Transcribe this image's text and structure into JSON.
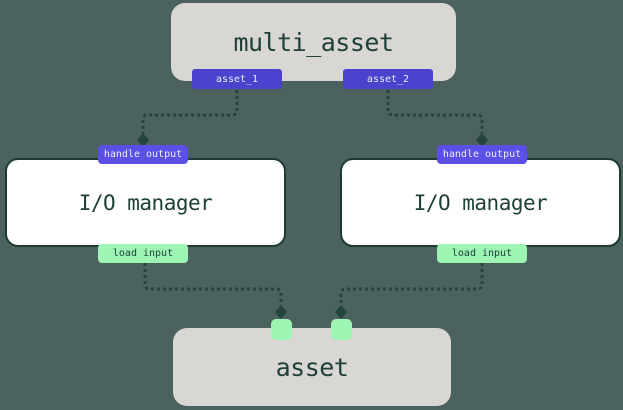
{
  "colors": {
    "background": "#4b625e",
    "node_gray": "#d8d7d4",
    "node_white": "#ffffff",
    "node_border": "#1d3b33",
    "text_dark": "#1e4038",
    "tag_purple_dark": "#4b42ce",
    "tag_purple": "#5a50e6",
    "tag_green": "#9ef5b3",
    "tag_text_light": "#eeedfb",
    "arrow": "#24443c"
  },
  "diagram": {
    "multi_asset_node": {
      "title": "multi_asset",
      "output_tags": [
        {
          "label": "asset_1"
        },
        {
          "label": "asset_2"
        }
      ]
    },
    "io_manager_nodes": [
      {
        "input_tag": "handle output",
        "title": "I/O manager",
        "output_tag": "load input"
      },
      {
        "input_tag": "handle output",
        "title": "I/O manager",
        "output_tag": "load input"
      }
    ],
    "asset_node": {
      "title": "asset",
      "input_handle_count": 2
    }
  }
}
